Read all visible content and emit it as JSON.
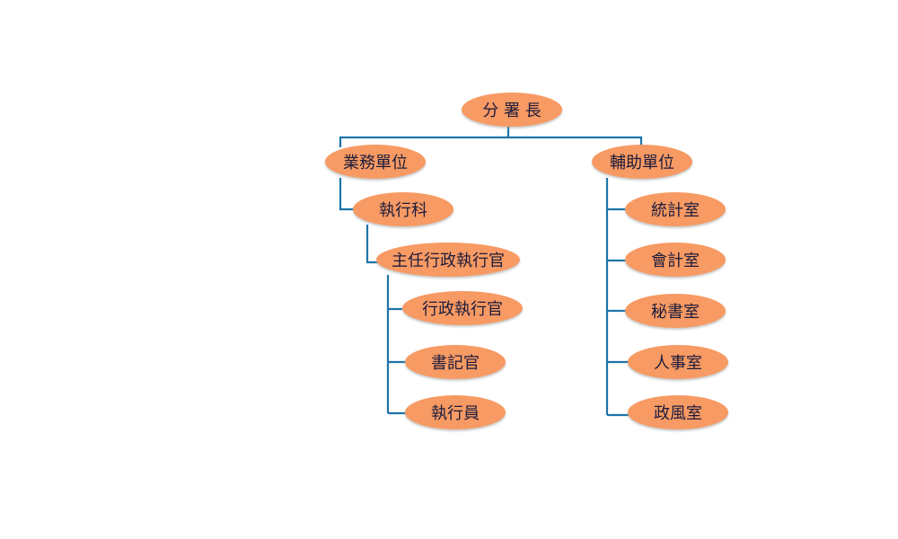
{
  "root": {
    "label": "分 署 長"
  },
  "business": {
    "label": "業務單位",
    "execution_section": {
      "label": "執行科",
      "chief": {
        "label": "主任行政執行官",
        "children": [
          "行政執行官",
          "書記官",
          "執行員"
        ]
      }
    }
  },
  "support": {
    "label": "輔助單位",
    "children": [
      "統計室",
      "會計室",
      "秘書室",
      "人事室",
      "政風室"
    ]
  },
  "colors": {
    "node_fill": "#f79a63",
    "connector": "#1f74a8",
    "text": "#1c1c3c"
  }
}
